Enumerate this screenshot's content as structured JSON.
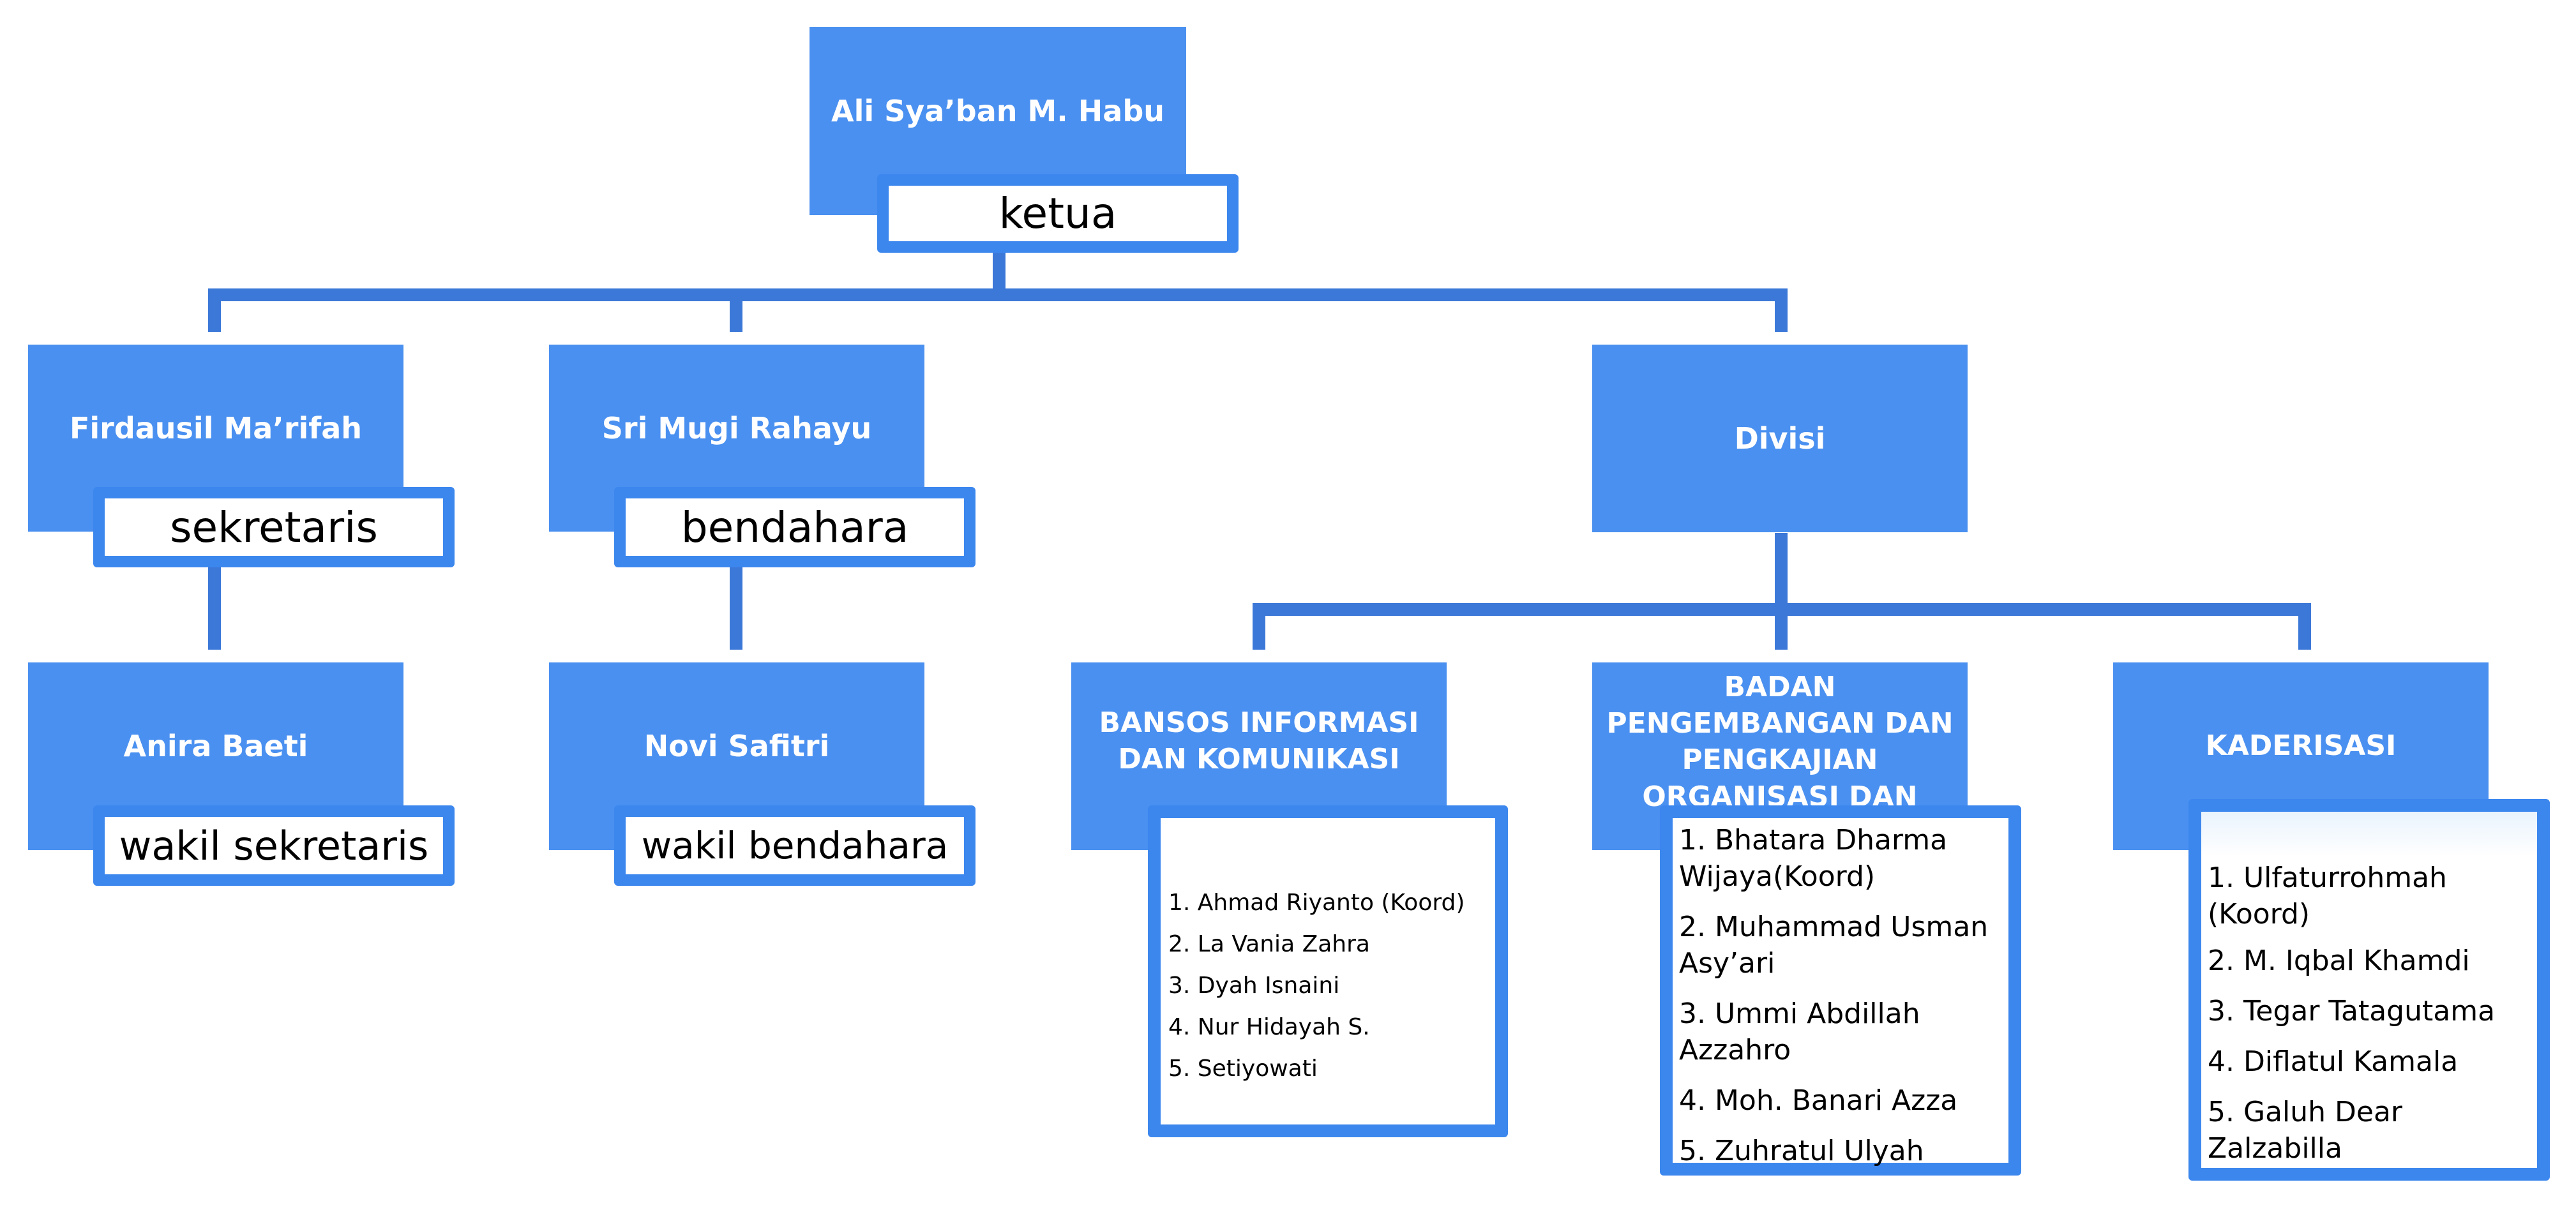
{
  "chart": {
    "head": {
      "name": "Ali Sya’ban M. Habu",
      "role": "ketua"
    },
    "officers": [
      {
        "name": "Firdausil Ma’rifah",
        "role": "sekretaris"
      },
      {
        "name": "Sri Mugi Rahayu",
        "role": "bendahara"
      }
    ],
    "deputies": [
      {
        "name": "Anira Baeti",
        "role": "wakil sekretaris"
      },
      {
        "name": "Novi Safitri",
        "role": "wakil bendahara"
      }
    ],
    "division_label": "Divisi",
    "divisions": [
      {
        "title": "BANSOS INFORMASI DAN KOMUNIKASI",
        "members": [
          "1. Ahmad Riyanto (Koord)",
          "2. La Vania Zahra",
          "3. Dyah Isnaini",
          "4. Nur Hidayah S.",
          "5. Setiyowati"
        ]
      },
      {
        "title": "BADAN PENGEMBANGAN DAN PENGKAJIAN ORGANISASI DAN KEILMUAN",
        "members": [
          "1. Bhatara Dharma Wijaya(Koord)",
          "2. Muhammad Usman Asy’ari",
          "3. Ummi Abdillah Azzahro",
          "4. Moh. Banari Azza",
          "5. Zuhratul Ulyah"
        ]
      },
      {
        "title": "KADERISASI",
        "members": [
          "1. Ulfaturrohmah (Koord)",
          "2. M. Iqbal Khamdi",
          "3. Tegar Tatagutama",
          "4. Diflatul Kamala",
          "5. Galuh Dear Zalzabilla"
        ]
      }
    ]
  },
  "colors": {
    "box": "#4a90f0",
    "connector": "#3c78d8",
    "border": "#3c87ee",
    "text_on_box": "#ffffff"
  }
}
